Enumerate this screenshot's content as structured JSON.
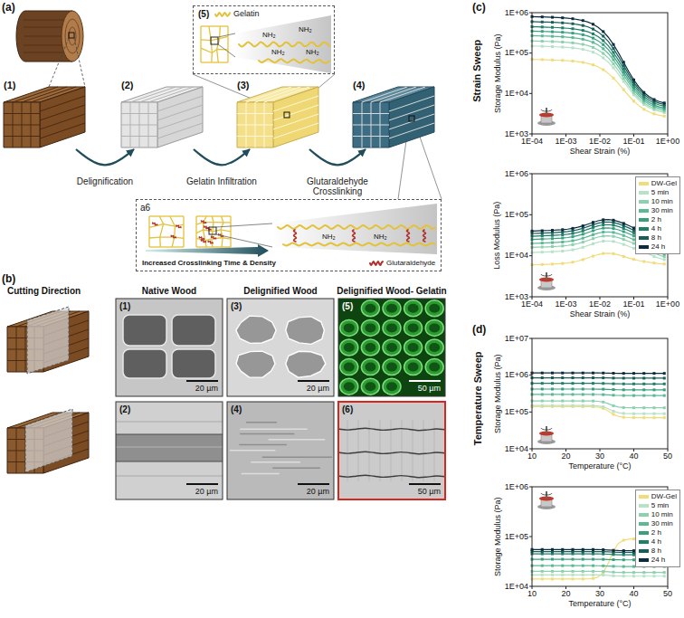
{
  "diagram": {
    "nodes": [
      {
        "text": [
          "(1)"
        ]
      },
      {
        "text": [
          "(2)"
        ]
      },
      {
        "text": [
          "(3)"
        ]
      },
      {
        "text": [
          "(4)"
        ]
      },
      {
        "text": [
          "(5)",
          "Gelatin",
          "NH₂",
          "NH₂",
          "NH₂",
          "NH₂"
        ]
      },
      {
        "text": [
          "a6",
          "Increased Crosslinking Time & Density",
          "Glutaraldehyde",
          "NH₂",
          "NH₂"
        ]
      }
    ],
    "edges": [
      {
        "from": 0,
        "to": 1,
        "label": "Delignification",
        "arrow": "to"
      },
      {
        "from": 1,
        "to": 2,
        "label": "Gelatin Infiltration",
        "arrow": "to"
      },
      {
        "from": 2,
        "to": 3,
        "label": "Glutaraldehyde Crosslinking",
        "arrow": "to"
      }
    ],
    "labels": [
      "(a)",
      "(b)",
      "Cutting Direction",
      "Native Wood",
      "Delignified Wood",
      "Delignified Wood- Gelatin",
      "(1)",
      "(3)",
      "(5)",
      "(2)",
      "(4)",
      "(6)",
      "20 µm",
      "20 µm",
      "50 µm",
      "20 µm",
      "20 µm",
      "50 µm",
      "(c)",
      "Strain Sweep",
      "Storage Modulus (Pa)",
      "1E+06",
      "1E+05",
      "1E+04",
      "1E+03",
      "1E-04",
      "1E-03",
      "1E-02",
      "1E-01",
      "1E+00",
      "Shear Strain (%)",
      "Loss Modulus (Pa)",
      "1E+06",
      "1E+05",
      "1E+04",
      "1E+03",
      "1E-04",
      "1E-03",
      "1E-02",
      "1E-01",
      "1E+00",
      "Shear Strain (%)",
      "(d)",
      "Temperature Sweep",
      "Storage Modulus (Pa)",
      "1E+07",
      "1E+06",
      "1E+05",
      "1E+04",
      "10",
      "20",
      "30",
      "40",
      "50",
      "Temperature (°C)",
      "Storage Modulus (Pa)",
      "1E+06",
      "1E+05",
      "1E+04",
      "10",
      "20",
      "30",
      "40",
      "50",
      "Temperature (°C)"
    ],
    "legend": [
      {
        "text": "DW-Gel",
        "color": "#f1dc7a"
      },
      {
        "text": "5 min",
        "color": "#b7e2c6"
      },
      {
        "text": "10 min",
        "color": "#8dd0ae"
      },
      {
        "text": "30 min",
        "color": "#5bb994"
      },
      {
        "text": "2 h",
        "color": "#38a07f"
      },
      {
        "text": "4 h",
        "color": "#1f7f68"
      },
      {
        "text": "8 h",
        "color": "#185e57"
      },
      {
        "text": "24 h",
        "color": "#0d2b3e"
      },
      {
        "text": "DW-Gel",
        "color": "#f1dc7a"
      },
      {
        "text": "5 min",
        "color": "#b7e2c6"
      },
      {
        "text": "10 min",
        "color": "#8dd0ae"
      },
      {
        "text": "30 min",
        "color": "#5bb994"
      },
      {
        "text": "2 h",
        "color": "#38a07f"
      },
      {
        "text": "4 h",
        "color": "#1f7f68"
      },
      {
        "text": "8 h",
        "color": "#185e57"
      },
      {
        "text": "24 h",
        "color": "#0d2b3e"
      }
    ]
  }
}
